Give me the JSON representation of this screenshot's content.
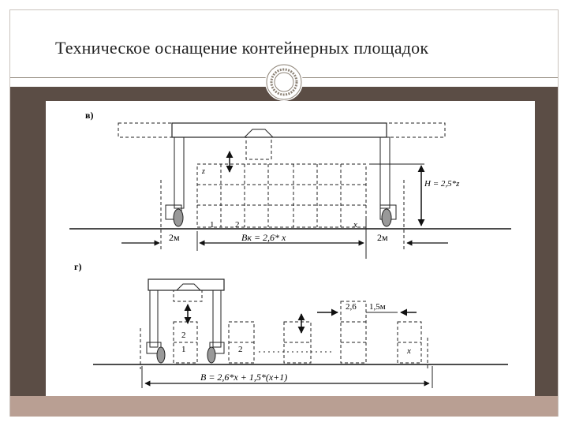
{
  "slide": {
    "title": "Техническое оснащение контейнерных площадок"
  },
  "diagram_v": {
    "label": "в)",
    "height_label": "H = 2,5*z",
    "z_label": "z",
    "col1": "1",
    "col2": "2",
    "col_x": "x",
    "width_label": "Bк = 2,6* x",
    "left_gap": "2м",
    "right_gap": "2м"
  },
  "diagram_g": {
    "label": "г)",
    "row2": "2",
    "row1": "1",
    "col2": "2",
    "dim_26": "2,6",
    "dim_15": "1,5м",
    "col_x": "x",
    "width_label": "B = 2,6*x + 1,5*(x+1)"
  },
  "colors": {
    "band": "#5b4d45",
    "band_light": "#b99f93",
    "line": "#222222"
  }
}
